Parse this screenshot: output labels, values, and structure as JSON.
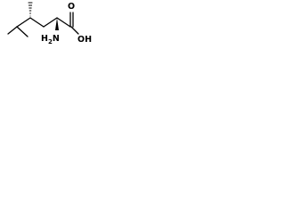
{
  "atoms": {
    "carbonyl_oxygen": "O",
    "hydroxyl": "OH",
    "amino_group": "NH2",
    "amino_n": "N",
    "amino_h": "H",
    "amino_sub": "2"
  },
  "colors": {
    "bond": "#000000",
    "text": "#000000",
    "background": "#ffffff"
  }
}
